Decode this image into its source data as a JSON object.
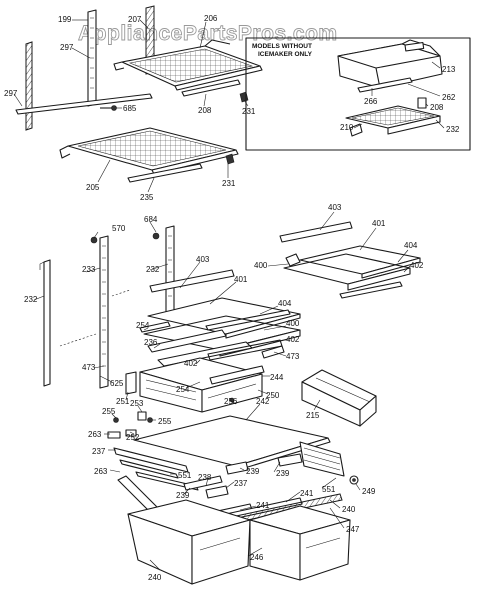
{
  "watermark": "AppliancePartsPros.com",
  "inset_note": [
    "MODELS WITHOUT",
    "ICEMAKER ONLY"
  ],
  "callouts": {
    "c199": "199",
    "c207": "207",
    "c206": "206",
    "c297a": "297",
    "c297b": "297",
    "c685": "685",
    "c208": "208",
    "c231a": "231",
    "c205": "205",
    "c235": "235",
    "c231b": "231",
    "c213": "213",
    "c262": "262",
    "c266": "266",
    "c208b": "208",
    "c210": "210",
    "c232b": "232",
    "c403a": "403",
    "c401a": "401",
    "c404a": "404",
    "c400a": "400",
    "c402a": "402",
    "c570": "570",
    "c684": "684",
    "c233": "233",
    "c232a": "232",
    "c232c": "232",
    "c403b": "403",
    "c401b": "401",
    "c404b": "404",
    "c400b": "400",
    "c254": "254",
    "c236": "236",
    "c402b": "402",
    "c473a": "473",
    "c402c": "402",
    "c473b": "473",
    "c625": "625",
    "c244": "244",
    "c251": "251",
    "c254b": "254",
    "c250": "250",
    "c256": "256",
    "c215": "215",
    "c255a": "255",
    "c253": "253",
    "c255b": "255",
    "c242": "242",
    "c263a": "263",
    "c252": "252",
    "c237": "237",
    "c263b": "263",
    "c551a": "551",
    "c238": "238",
    "c239a": "239",
    "c239b": "239",
    "c237b": "237",
    "c239c": "239",
    "c241a": "241",
    "c241b": "241",
    "c551b": "551",
    "c249": "249",
    "c240a": "240",
    "c247": "247",
    "c246": "246",
    "c240b": "240"
  }
}
